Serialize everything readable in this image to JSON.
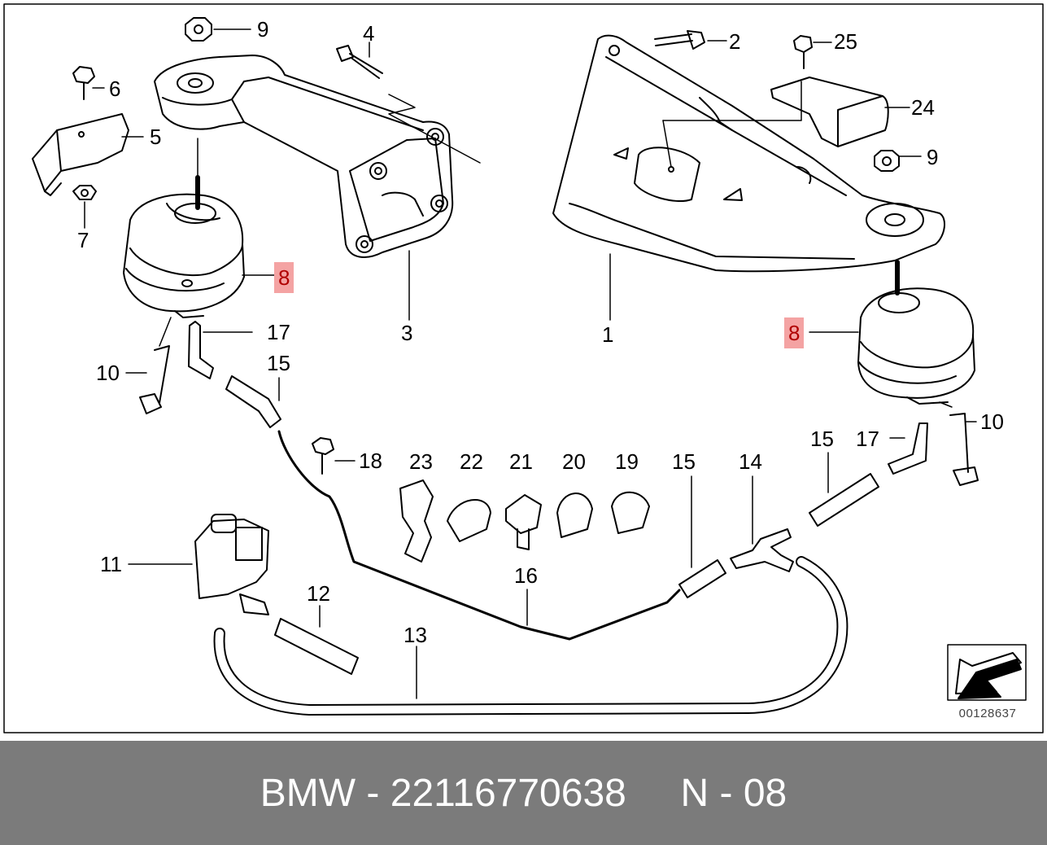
{
  "callouts": [
    {
      "id": "c1",
      "text": "1"
    },
    {
      "id": "c2",
      "text": "2"
    },
    {
      "id": "c3",
      "text": "3"
    },
    {
      "id": "c4",
      "text": "4"
    },
    {
      "id": "c5",
      "text": "5"
    },
    {
      "id": "c6",
      "text": "6"
    },
    {
      "id": "c7",
      "text": "7"
    },
    {
      "id": "c8a",
      "text": "8",
      "highlight": true
    },
    {
      "id": "c8b",
      "text": "8",
      "highlight": true
    },
    {
      "id": "c9a",
      "text": "9"
    },
    {
      "id": "c9b",
      "text": "9"
    },
    {
      "id": "c10a",
      "text": "10"
    },
    {
      "id": "c10b",
      "text": "10"
    },
    {
      "id": "c11",
      "text": "11"
    },
    {
      "id": "c12",
      "text": "12"
    },
    {
      "id": "c13",
      "text": "13"
    },
    {
      "id": "c14",
      "text": "14"
    },
    {
      "id": "c15a",
      "text": "15"
    },
    {
      "id": "c15b",
      "text": "15"
    },
    {
      "id": "c15c",
      "text": "15"
    },
    {
      "id": "c16",
      "text": "16"
    },
    {
      "id": "c17a",
      "text": "17"
    },
    {
      "id": "c17b",
      "text": "17"
    },
    {
      "id": "c18",
      "text": "18"
    },
    {
      "id": "c19",
      "text": "19"
    },
    {
      "id": "c20",
      "text": "20"
    },
    {
      "id": "c21",
      "text": "21"
    },
    {
      "id": "c22",
      "text": "22"
    },
    {
      "id": "c23",
      "text": "23"
    },
    {
      "id": "c24",
      "text": "24"
    },
    {
      "id": "c25",
      "text": "25"
    }
  ],
  "diagram_id": "00128637",
  "footer": {
    "text": "BMW - 22116770638     N - 08"
  },
  "colors": {
    "highlight_bg": "#f4a3a3",
    "highlight_text": "#b00000",
    "footer_bg": "#7b7b7b"
  }
}
